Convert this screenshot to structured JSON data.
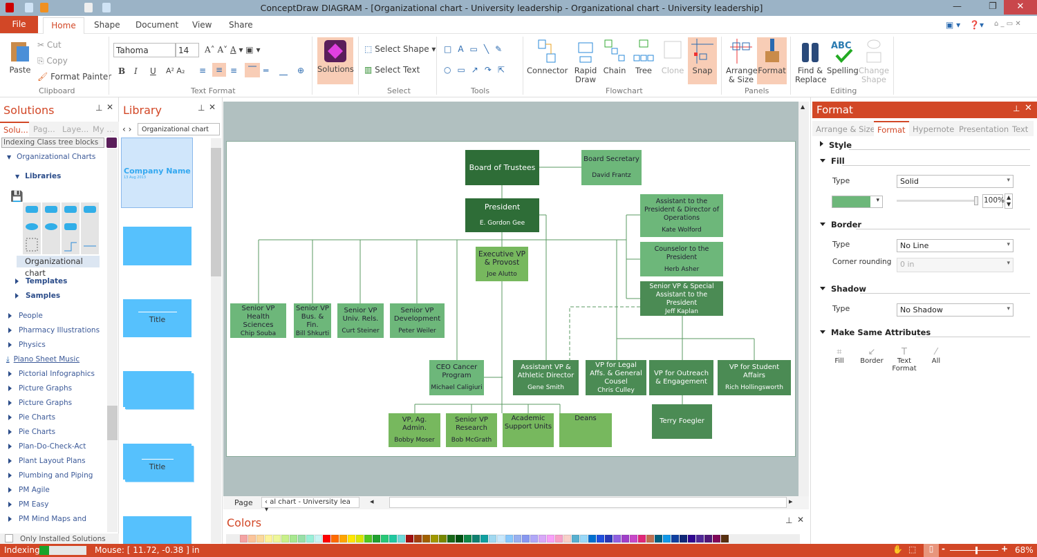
{
  "window": {
    "title": "ConceptDraw DIAGRAM - [Organizational chart - University leadership - Organizational chart - University leadership]"
  },
  "menu": {
    "file": "File",
    "tabs": [
      "Home",
      "Shape",
      "Document",
      "View",
      "Share"
    ]
  },
  "ribbon": {
    "clipboard": {
      "paste": "Paste",
      "cut": "Cut",
      "copy": "Copy",
      "format_painter": "Format Painter",
      "group": "Clipboard"
    },
    "text_format": {
      "font": "Tahoma",
      "size": "14",
      "group": "Text Format",
      "buttons": [
        "B",
        "I",
        "U"
      ]
    },
    "solutions": {
      "label": "Solutions"
    },
    "select": {
      "select_shape": "Select Shape",
      "select_text": "Select Text",
      "group": "Select"
    },
    "tools": {
      "group": "Tools"
    },
    "flowchart": {
      "connector": "Connector",
      "rapid_draw": "Rapid Draw",
      "chain": "Chain",
      "tree": "Tree",
      "clone": "Clone",
      "snap": "Snap",
      "group": "Flowchart"
    },
    "panels": {
      "arrange": "Arrange & Size",
      "format": "Format",
      "group": "Panels"
    },
    "editing": {
      "find": "Find & Replace",
      "spelling": "Spelling",
      "change_shape": "Change Shape",
      "group": "Editing"
    }
  },
  "solutions_panel": {
    "title": "Solutions",
    "tabs": [
      "Solu...",
      "Pag...",
      "Laye...",
      "My ..."
    ],
    "search": "Indexing Class tree blocks",
    "tree": {
      "root": "Organizational Charts",
      "libraries": "Libraries",
      "library_item": "Organizational chart",
      "templates": "Templates",
      "samples": "Samples"
    },
    "items": [
      "People",
      "Pharmacy Illustrations",
      "Physics",
      "Piano Sheet Music",
      "Pictorial Infographics",
      "Picture Graphs",
      "Picture Graphs",
      "Pie Charts",
      "Pie Charts",
      "Plan-Do-Check-Act",
      "Plant Layout Plans",
      "Plumbing and Piping",
      "PM Agile",
      "PM Easy",
      "PM Mind Maps and"
    ],
    "only_installed": "Only Installed Solutions"
  },
  "library_panel": {
    "title": "Library",
    "selected": "Organizational chart",
    "company": "Company Name",
    "date": "13 Aug 2013",
    "title_label": "Title"
  },
  "org": {
    "board": "Board of Trustees",
    "secretary": {
      "t": "Board Secretary",
      "n": "David Frantz"
    },
    "president": {
      "t": "President",
      "n": "E. Gordon Gee"
    },
    "provost": {
      "t": "Executive VP & Provost",
      "n": "Joe Alutto"
    },
    "assistant": {
      "t": "Assistant to the President & Director of Operations",
      "n": "Kate Wolford"
    },
    "counselor": {
      "t": "Counselor to the President",
      "n": "Herb Asher"
    },
    "special": {
      "t": "Senior VP & Special Assistant to the President",
      "n": "Jeff Kaplan"
    },
    "health": {
      "t": "Senior VP Health Sciences",
      "n": "Chip Souba"
    },
    "busfin": {
      "t": "Senior VP Bus. & Fin.",
      "n": "Bill Shkurti"
    },
    "univrels": {
      "t": "Senior VP Univ. Rels.",
      "n": "Curt Steiner"
    },
    "dev": {
      "t": "Senior VP Development",
      "n": "Peter Weiler"
    },
    "ceo": {
      "t": "CEO Cancer Program",
      "n": "Michael Caligiuri"
    },
    "athletic": {
      "t": "Assistant VP & Athletic Director",
      "n": "Gene Smith"
    },
    "legal": {
      "t": "VP for Legal Affs. & General Cousel",
      "n": "Chris Culley"
    },
    "outreach": {
      "t": "VP for Outreach & Engagement"
    },
    "student": {
      "t": "VP for Student Affairs",
      "n": "Rich Hollingsworth"
    },
    "terry": {
      "n": "Terry Foegler"
    },
    "ag": {
      "t": "VP, Ag. Admin.",
      "n": "Bobby Moser"
    },
    "research": {
      "t": "Senior VP Research",
      "n": "Bob McGrath"
    },
    "academic": {
      "t": "Academic Support Units"
    },
    "deans": {
      "t": "Deans"
    }
  },
  "page_nav": {
    "label": "Page",
    "current": "al chart - University lea"
  },
  "colors_panel": {
    "title": "Colors",
    "swatches": [
      "#f4a3a3",
      "#fbc49a",
      "#fcd89a",
      "#fdf39a",
      "#eef79a",
      "#c8f08a",
      "#a8e890",
      "#98e0a8",
      "#98f0d8",
      "#c8f4f4",
      "#ff0000",
      "#ff6a00",
      "#ffa500",
      "#ffe600",
      "#d8e600",
      "#50c820",
      "#20a030",
      "#28c878",
      "#20c8a0",
      "#70d8d8",
      "#a01010",
      "#a04010",
      "#a06000",
      "#a09800",
      "#788800",
      "#186818",
      "#005010",
      "#108848",
      "#108070",
      "#10a0a0",
      "#a0d8f0",
      "#c8e8fc",
      "#88c8fc",
      "#98b0f0",
      "#8898f0",
      "#b0a8f8",
      "#d8a8f8",
      "#f8a0f8",
      "#f8a0c8",
      "#f8d0c8",
      "#58b0d0",
      "#98d8f8",
      "#0070d0",
      "#2050e0",
      "#2838b8",
      "#9060e0",
      "#a040c8",
      "#c848c8",
      "#e02878",
      "#c07050",
      "#006080",
      "#1098e8",
      "#1040a0",
      "#102878",
      "#300890",
      "#502898",
      "#501878",
      "#800858",
      "#583010"
    ]
  },
  "format_panel": {
    "title": "Format",
    "tabs": [
      "Arrange & Size",
      "Format",
      "Hypernote",
      "Presentation",
      "Text"
    ],
    "style": "Style",
    "fill": "Fill",
    "type_label": "Type",
    "fill_type": "Solid",
    "fill_color": "#6db77a",
    "opacity": "100%",
    "opacity_value": 100,
    "border": "Border",
    "border_type": "No Line",
    "corner_label": "Corner rounding",
    "corner": "0 in",
    "shadow": "Shadow",
    "shadow_type": "No Shadow",
    "make_same": "Make Same Attributes",
    "same_buttons": [
      "Fill",
      "Border",
      "Text Format",
      "All"
    ]
  },
  "status": {
    "indexing": "Indexing",
    "indexing_progress": 0.2,
    "mouse": "Mouse: [ 11.72, -0.38 ] in",
    "zoom": "68%",
    "zoom_value": 68
  }
}
